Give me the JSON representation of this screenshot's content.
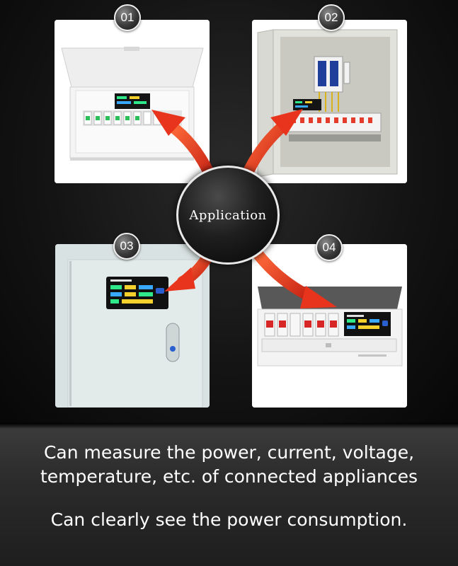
{
  "badges": [
    "01",
    "02",
    "03",
    "04"
  ],
  "center": {
    "label": "Application"
  },
  "captions": {
    "line1": "Can measure the power, current, voltage,",
    "line2": "temperature, etc. of connected appliances",
    "line3": "Can clearly see the power consumption."
  },
  "colors": {
    "arrow": "#e8341c",
    "arrow_highlight": "#ff6a3a",
    "display_green": "#2ee88a",
    "display_yellow": "#f4d02c",
    "display_blue": "#39a8ff"
  },
  "icons": [
    "curved-arrow-icon",
    "power-meter-display",
    "breaker-switch"
  ]
}
